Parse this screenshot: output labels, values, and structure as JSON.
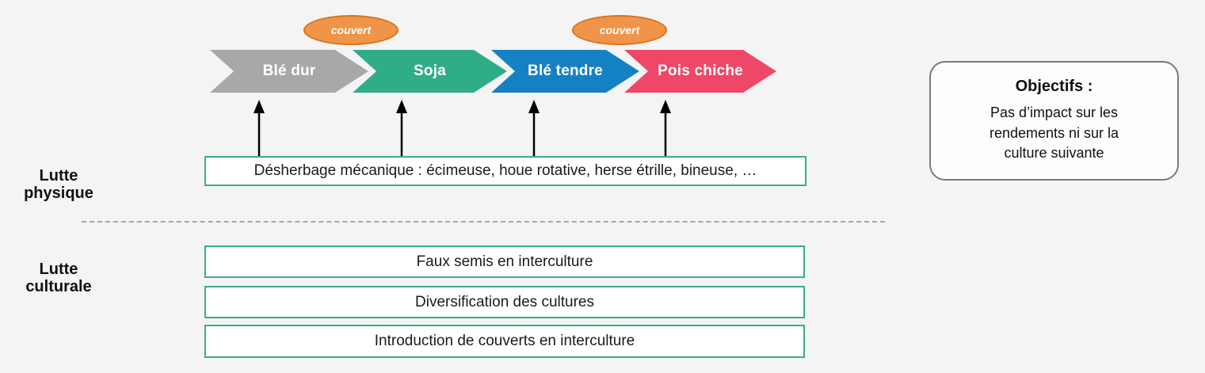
{
  "colors": {
    "background": "#f4f4f4",
    "crop_gray": "#a8a8a8",
    "crop_green": "#2fad89",
    "crop_blue": "#1581c5",
    "crop_pink": "#ee4767",
    "cover_fill": "#f0944a",
    "cover_border": "#d8731e",
    "box_border": "#3aac90",
    "divider": "#a9a9a9",
    "objectives_border": "#7a7a7a",
    "arrow": "#000000"
  },
  "rotation": {
    "crops": [
      {
        "label": "Blé dur",
        "color": "#a8a8a8"
      },
      {
        "label": "Soja",
        "color": "#2fad89"
      },
      {
        "label": "Blé tendre",
        "color": "#1581c5"
      },
      {
        "label": "Pois chiche",
        "color": "#ee4767"
      }
    ],
    "covers": [
      {
        "label": "couvert"
      },
      {
        "label": "couvert"
      }
    ]
  },
  "physical": {
    "row_label_line1": "Lutte",
    "row_label_line2": "physique",
    "box_text": "Désherbage mécanique : écimeuse, houe rotative, herse étrille, bineuse, …"
  },
  "cultural": {
    "row_label_line1": "Lutte",
    "row_label_line2": "culturale",
    "boxes": [
      "Faux semis en interculture",
      "Diversification des cultures",
      "Introduction de couverts en interculture"
    ]
  },
  "objectives": {
    "title": "Objectifs :",
    "lines": [
      "Pas d’impact sur les",
      "rendements ni sur la",
      "culture suivante"
    ]
  }
}
